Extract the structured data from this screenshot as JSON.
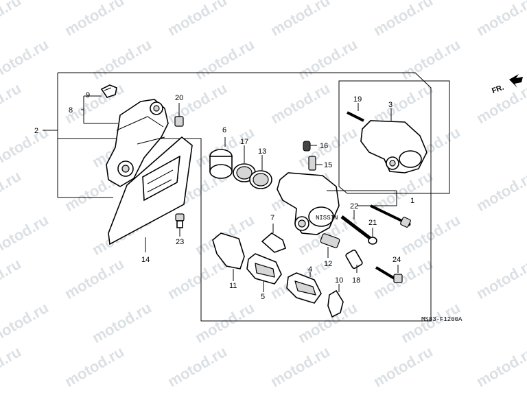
{
  "watermark": "motod.ru",
  "diagram_code": "MS83-F1200A",
  "front_label": "FR.",
  "callouts": {
    "p1": "1",
    "p2": "2",
    "p3": "3",
    "p4": "4",
    "p5": "5",
    "p6": "6",
    "p7": "7",
    "p8": "8",
    "p9": "9",
    "p10": "10",
    "p11": "11",
    "p12": "12",
    "p13": "13",
    "p14": "14",
    "p15": "15",
    "p16": "16",
    "p17": "17",
    "p18": "18",
    "p19": "19",
    "p20": "20",
    "p21": "21",
    "p22": "22",
    "p23": "23",
    "p24": "24"
  },
  "caliper_brand": "NISSIN"
}
